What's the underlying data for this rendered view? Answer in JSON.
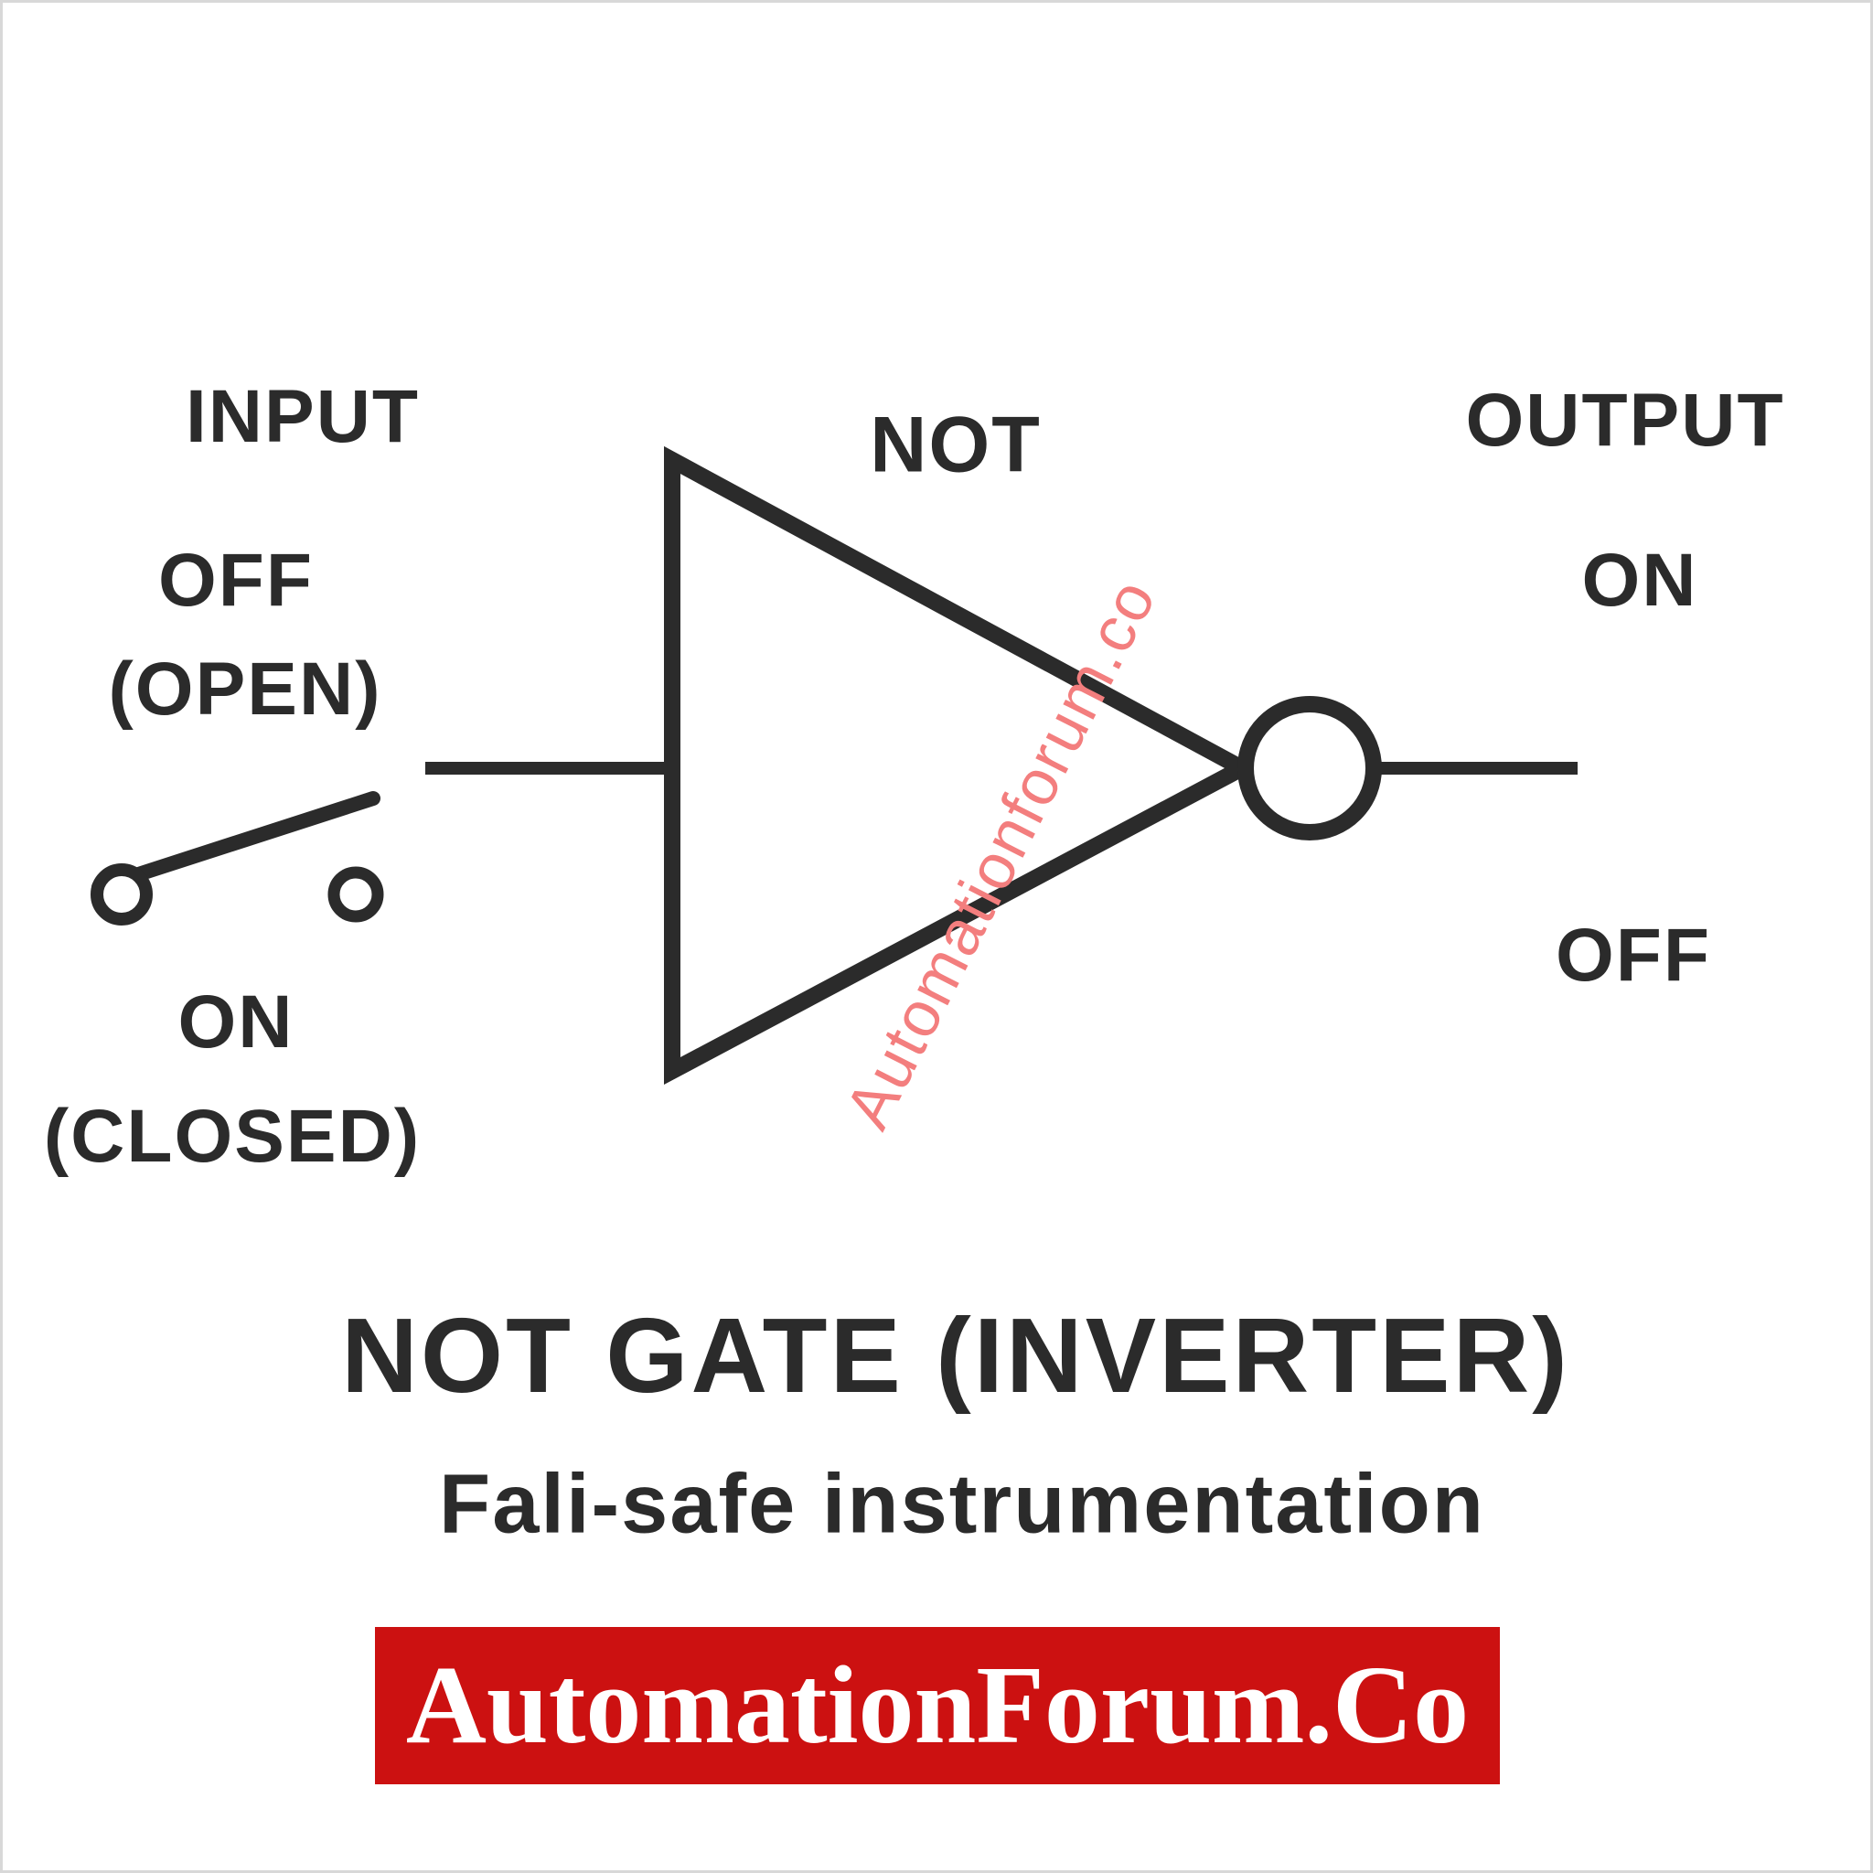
{
  "diagram": {
    "input": {
      "label": "INPUT",
      "state_top": "OFF",
      "state_top_detail": "(OPEN)",
      "state_bottom": "ON",
      "state_bottom_detail": "(CLOSED)"
    },
    "gate": {
      "label": "NOT",
      "type": "not-gate-inverter"
    },
    "output": {
      "label": "OUTPUT",
      "state_top": "ON",
      "state_bottom": "OFF"
    },
    "caption": {
      "title": "NOT GATE (INVERTER)",
      "subtitle": "Fali-safe instrumentation"
    },
    "watermark": {
      "text": "Automationforum.co",
      "color": "#f37e7e"
    },
    "banner": {
      "text": "AutomationForum.Co",
      "bg_color": "#cc1111",
      "text_color": "#ffffff"
    },
    "line_color": "#2b2b2b"
  }
}
